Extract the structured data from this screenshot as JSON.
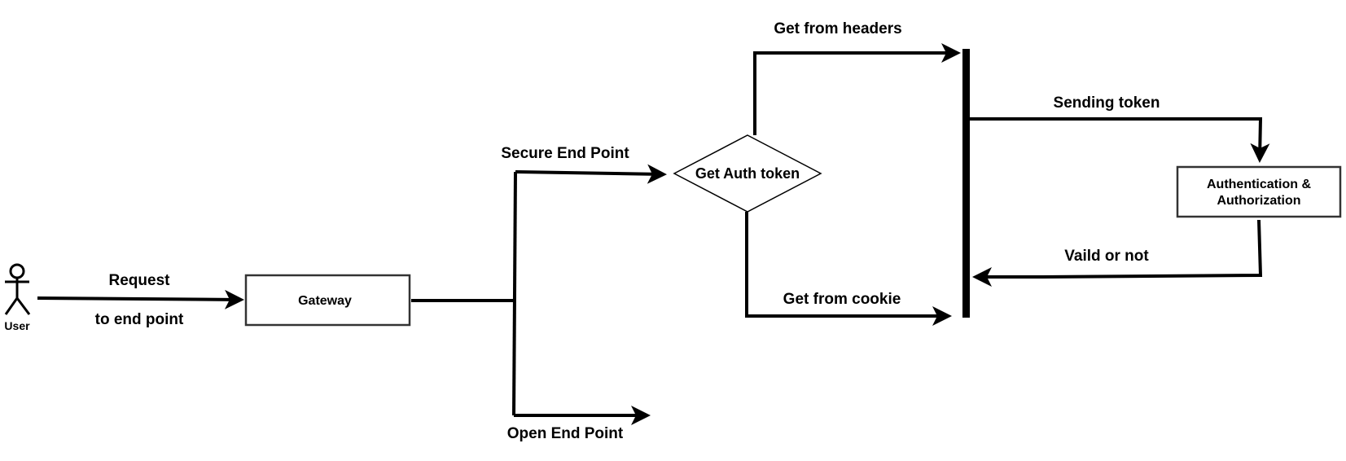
{
  "actor": {
    "label": "User"
  },
  "nodes": {
    "gateway": {
      "label": "Gateway"
    },
    "decision": {
      "label": "Get Auth token"
    },
    "auth": {
      "line1": "Authentication &",
      "line2": "Authorization"
    }
  },
  "edges": {
    "request_line1": "Request",
    "request_line2": "to end point",
    "secure": "Secure End Point",
    "open": "Open End Point",
    "headers": "Get from headers",
    "cookie": "Get from cookie",
    "sending": "Sending token",
    "valid": "Vaild or not"
  }
}
